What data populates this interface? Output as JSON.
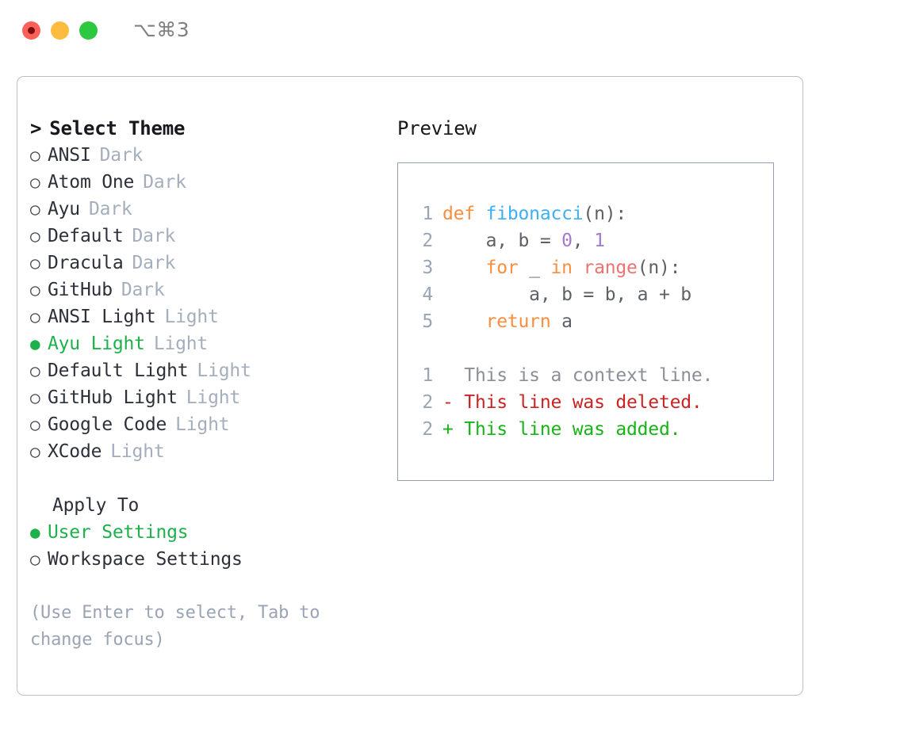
{
  "window": {
    "title": "⌥⌘3",
    "traffic_lights": [
      "close-red",
      "minimize-yellow",
      "maximize-green"
    ]
  },
  "left": {
    "heading": "Select Theme",
    "caret": ">",
    "bullet_empty": "○",
    "bullet_filled": "●",
    "themes": [
      {
        "name": "ANSI",
        "variant": "Dark",
        "selected": false
      },
      {
        "name": "Atom One",
        "variant": "Dark",
        "selected": false
      },
      {
        "name": "Ayu",
        "variant": "Dark",
        "selected": false
      },
      {
        "name": "Default",
        "variant": "Dark",
        "selected": false
      },
      {
        "name": "Dracula",
        "variant": "Dark",
        "selected": false
      },
      {
        "name": "GitHub",
        "variant": "Dark",
        "selected": false
      },
      {
        "name": "ANSI Light",
        "variant": "Light",
        "selected": false
      },
      {
        "name": "Ayu Light",
        "variant": "Light",
        "selected": true
      },
      {
        "name": "Default Light",
        "variant": "Light",
        "selected": false
      },
      {
        "name": "GitHub Light",
        "variant": "Light",
        "selected": false
      },
      {
        "name": "Google Code",
        "variant": "Light",
        "selected": false
      },
      {
        "name": "XCode",
        "variant": "Light",
        "selected": false
      }
    ],
    "apply_to_heading": "Apply To",
    "apply_to": [
      {
        "name": "User Settings",
        "selected": true
      },
      {
        "name": "Workspace Settings",
        "selected": false
      }
    ],
    "hint": "(Use Enter to select, Tab to change focus)"
  },
  "preview": {
    "title": "Preview",
    "code_lines": [
      {
        "num": "1",
        "tokens": [
          {
            "t": "def ",
            "c": "k-kw"
          },
          {
            "t": "fibonacci",
            "c": "k-fn"
          },
          {
            "t": "(n):",
            "c": "k-punc"
          }
        ]
      },
      {
        "num": "2",
        "tokens": [
          {
            "t": "    a, b = ",
            "c": "k-txt"
          },
          {
            "t": "0",
            "c": "k-num"
          },
          {
            "t": ", ",
            "c": "k-punc"
          },
          {
            "t": "1",
            "c": "k-num"
          }
        ]
      },
      {
        "num": "3",
        "tokens": [
          {
            "t": "    ",
            "c": "k-txt"
          },
          {
            "t": "for",
            "c": "k-kw"
          },
          {
            "t": " _ ",
            "c": "k-txt"
          },
          {
            "t": "in",
            "c": "k-kw"
          },
          {
            "t": " ",
            "c": "k-txt"
          },
          {
            "t": "range",
            "c": "k-call"
          },
          {
            "t": "(n):",
            "c": "k-punc"
          }
        ]
      },
      {
        "num": "4",
        "tokens": [
          {
            "t": "        a, b = b, a + b",
            "c": "k-txt"
          }
        ]
      },
      {
        "num": "5",
        "tokens": [
          {
            "t": "    ",
            "c": "k-txt"
          },
          {
            "t": "return",
            "c": "k-kw"
          },
          {
            "t": " a",
            "c": "k-txt"
          }
        ]
      }
    ],
    "diff_lines": [
      {
        "num": "1",
        "marker": " ",
        "text": " This is a context line.",
        "kind": "d-ctx"
      },
      {
        "num": "2",
        "marker": "-",
        "text": " This line was deleted.",
        "kind": "d-del"
      },
      {
        "num": "2",
        "marker": "+",
        "text": " This line was added.",
        "kind": "d-add"
      }
    ]
  },
  "colors": {
    "accent_green": "#1eb14b",
    "muted": "#a4aebd",
    "border": "#b6bfcc",
    "preview_border": "#94a0b1",
    "keyword": "#fa8d3e",
    "function": "#3daff7",
    "number": "#a37acc",
    "call": "#f07171",
    "diff_add": "#17b317",
    "diff_del": "#cc2222"
  }
}
